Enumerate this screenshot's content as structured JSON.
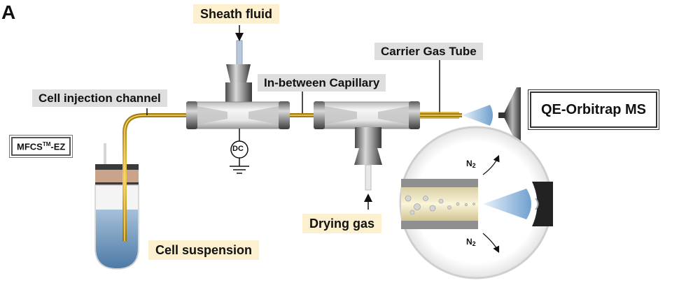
{
  "panel_label": "A",
  "labels": {
    "sheath_fluid": "Sheath fluid",
    "carrier_gas_tube": "Carrier Gas Tube",
    "in_between_capillary": "In-between Capillary",
    "cell_injection_channel": "Cell injection channel",
    "mfcs": "MFCS",
    "mfcs_tm": "TM",
    "mfcs_suffix": "-EZ",
    "qe_orbitrap": "QE-Orbitrap MS",
    "dc": "DC",
    "drying_gas": "Drying gas",
    "cell_suspension": "Cell suspension",
    "n2_element": "N",
    "n2_subscript": "2"
  },
  "colors": {
    "label_highlight": "#fdf0cf",
    "label_gray": "#dedede",
    "capillary_gold": "#d4a017",
    "liquid_blue": "#6b93b8",
    "vial_cap": "#c9a38a"
  }
}
